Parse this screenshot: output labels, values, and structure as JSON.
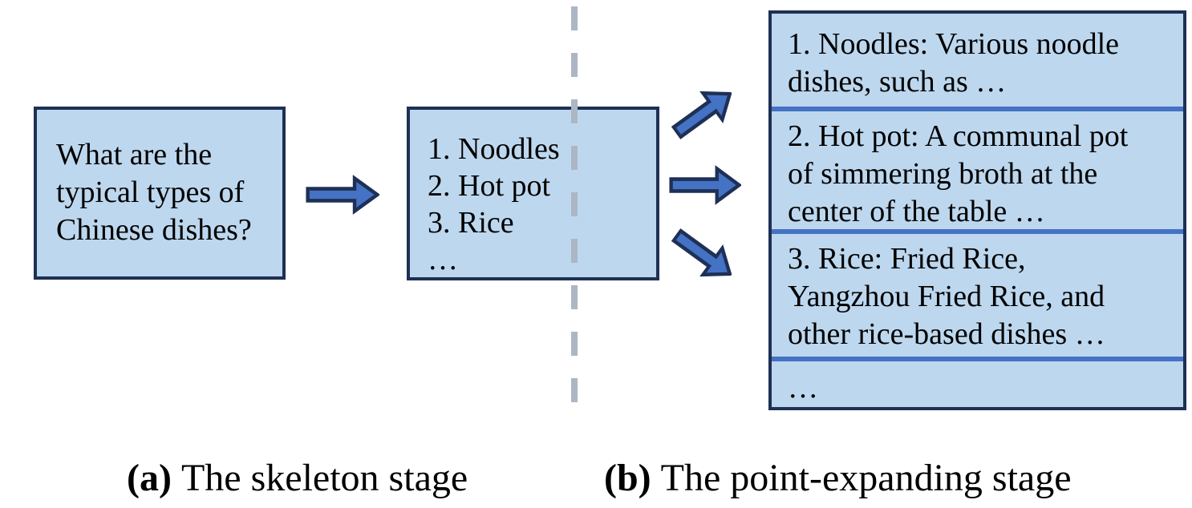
{
  "figure": {
    "stage_a": {
      "caption_label": "(a)",
      "caption_text": "The skeleton stage",
      "question_box": {
        "full_text": "What are the typical types of Chinese dishes?",
        "lines": [
          "What are the",
          "typical types of",
          "Chinese dishes?"
        ]
      },
      "skeleton_box": {
        "lines": [
          "1. Noodles",
          "2. Hot pot",
          "3. Rice",
          "…"
        ]
      }
    },
    "stage_b": {
      "caption_label": "(b)",
      "caption_text": "The point-expanding stage",
      "expanded_box": {
        "sections": [
          {
            "full_text": "1. Noodles: Various noodle dishes, such as …",
            "lines": [
              "1. Noodles: Various noodle",
              "dishes, such as …"
            ]
          },
          {
            "full_text": "2. Hot pot: A communal pot of simmering broth at the center of the table …",
            "lines": [
              "2. Hot pot: A communal pot",
              "of simmering broth at the",
              "center of the table …"
            ]
          },
          {
            "full_text": "3. Rice: Fried Rice, Yangzhou Fried Rice, and other rice-based dishes …",
            "lines": [
              "3. Rice: Fried Rice,",
              "Yangzhou Fried Rice, and",
              "other rice-based dishes …"
            ]
          },
          {
            "full_text": "…",
            "lines": [
              "…"
            ]
          }
        ]
      }
    },
    "colors": {
      "box_fill": "#BDD7EE",
      "box_border": "#1E3054",
      "arrow_fill": "#4472C4",
      "arrow_outline": "#1F3864",
      "section_divider": "#4472C4",
      "stage_divider_dash": "#ADB6C4",
      "text": "#000000",
      "background": "#FFFFFF"
    }
  }
}
